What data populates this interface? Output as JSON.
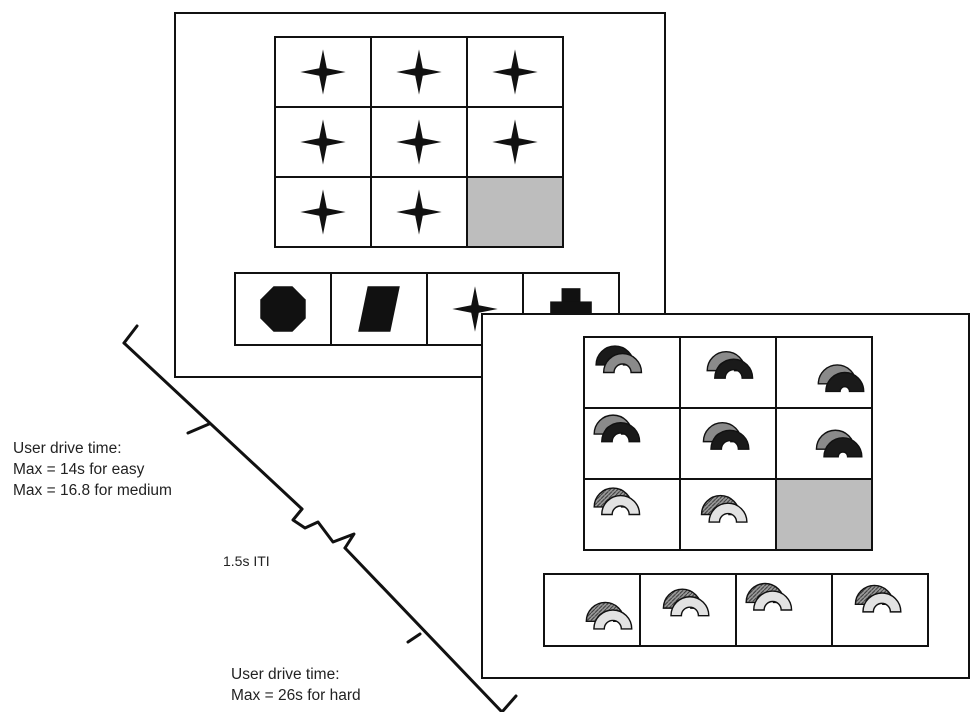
{
  "labels": {
    "drive_top": {
      "line1": "User drive time:",
      "line2": "Max = 14s for easy",
      "line3": "Max = 16.8 for medium"
    },
    "iti": "1.5s ITI",
    "drive_bottom": {
      "line1": "User drive time:",
      "line2": "Max = 26s for hard"
    }
  },
  "panel_easy": {
    "matrix": [
      [
        "four-point-star",
        "four-point-star",
        "four-point-star"
      ],
      [
        "four-point-star",
        "four-point-star",
        "four-point-star"
      ],
      [
        "four-point-star",
        "four-point-star",
        "blank"
      ]
    ],
    "options": [
      "octagon",
      "parallelogram",
      "four-point-star",
      "cross"
    ]
  },
  "panel_hard": {
    "matrix": [
      [
        "arch-pair-gray-front",
        "arch-pair-black-front",
        "arch-pair-small-hole"
      ],
      [
        "arch-pair-black-front",
        "arch-pair-black-front",
        "arch-pair-small-hole"
      ],
      [
        "arch-pair-hatched",
        "arch-pair-hatched",
        "blank"
      ]
    ],
    "options": [
      "arch-pair-hatched",
      "arch-pair-hatched",
      "arch-pair-hatched",
      "arch-pair-hatched"
    ]
  },
  "colors": {
    "line": "#111111",
    "blank_cell": "#bdbdbd",
    "arch_gray": "#8a8a8a",
    "arch_black": "#1a1a1a",
    "arch_light": "#e2e2e2"
  }
}
